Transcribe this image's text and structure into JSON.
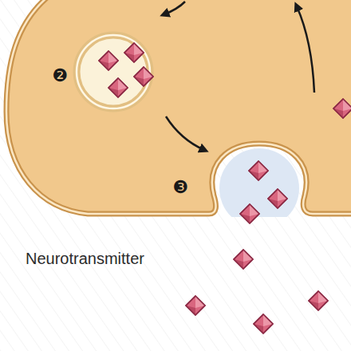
{
  "diagram": {
    "labels": [
      "❷",
      "❸",
      "Neurotransmitter"
    ]
  }
}
